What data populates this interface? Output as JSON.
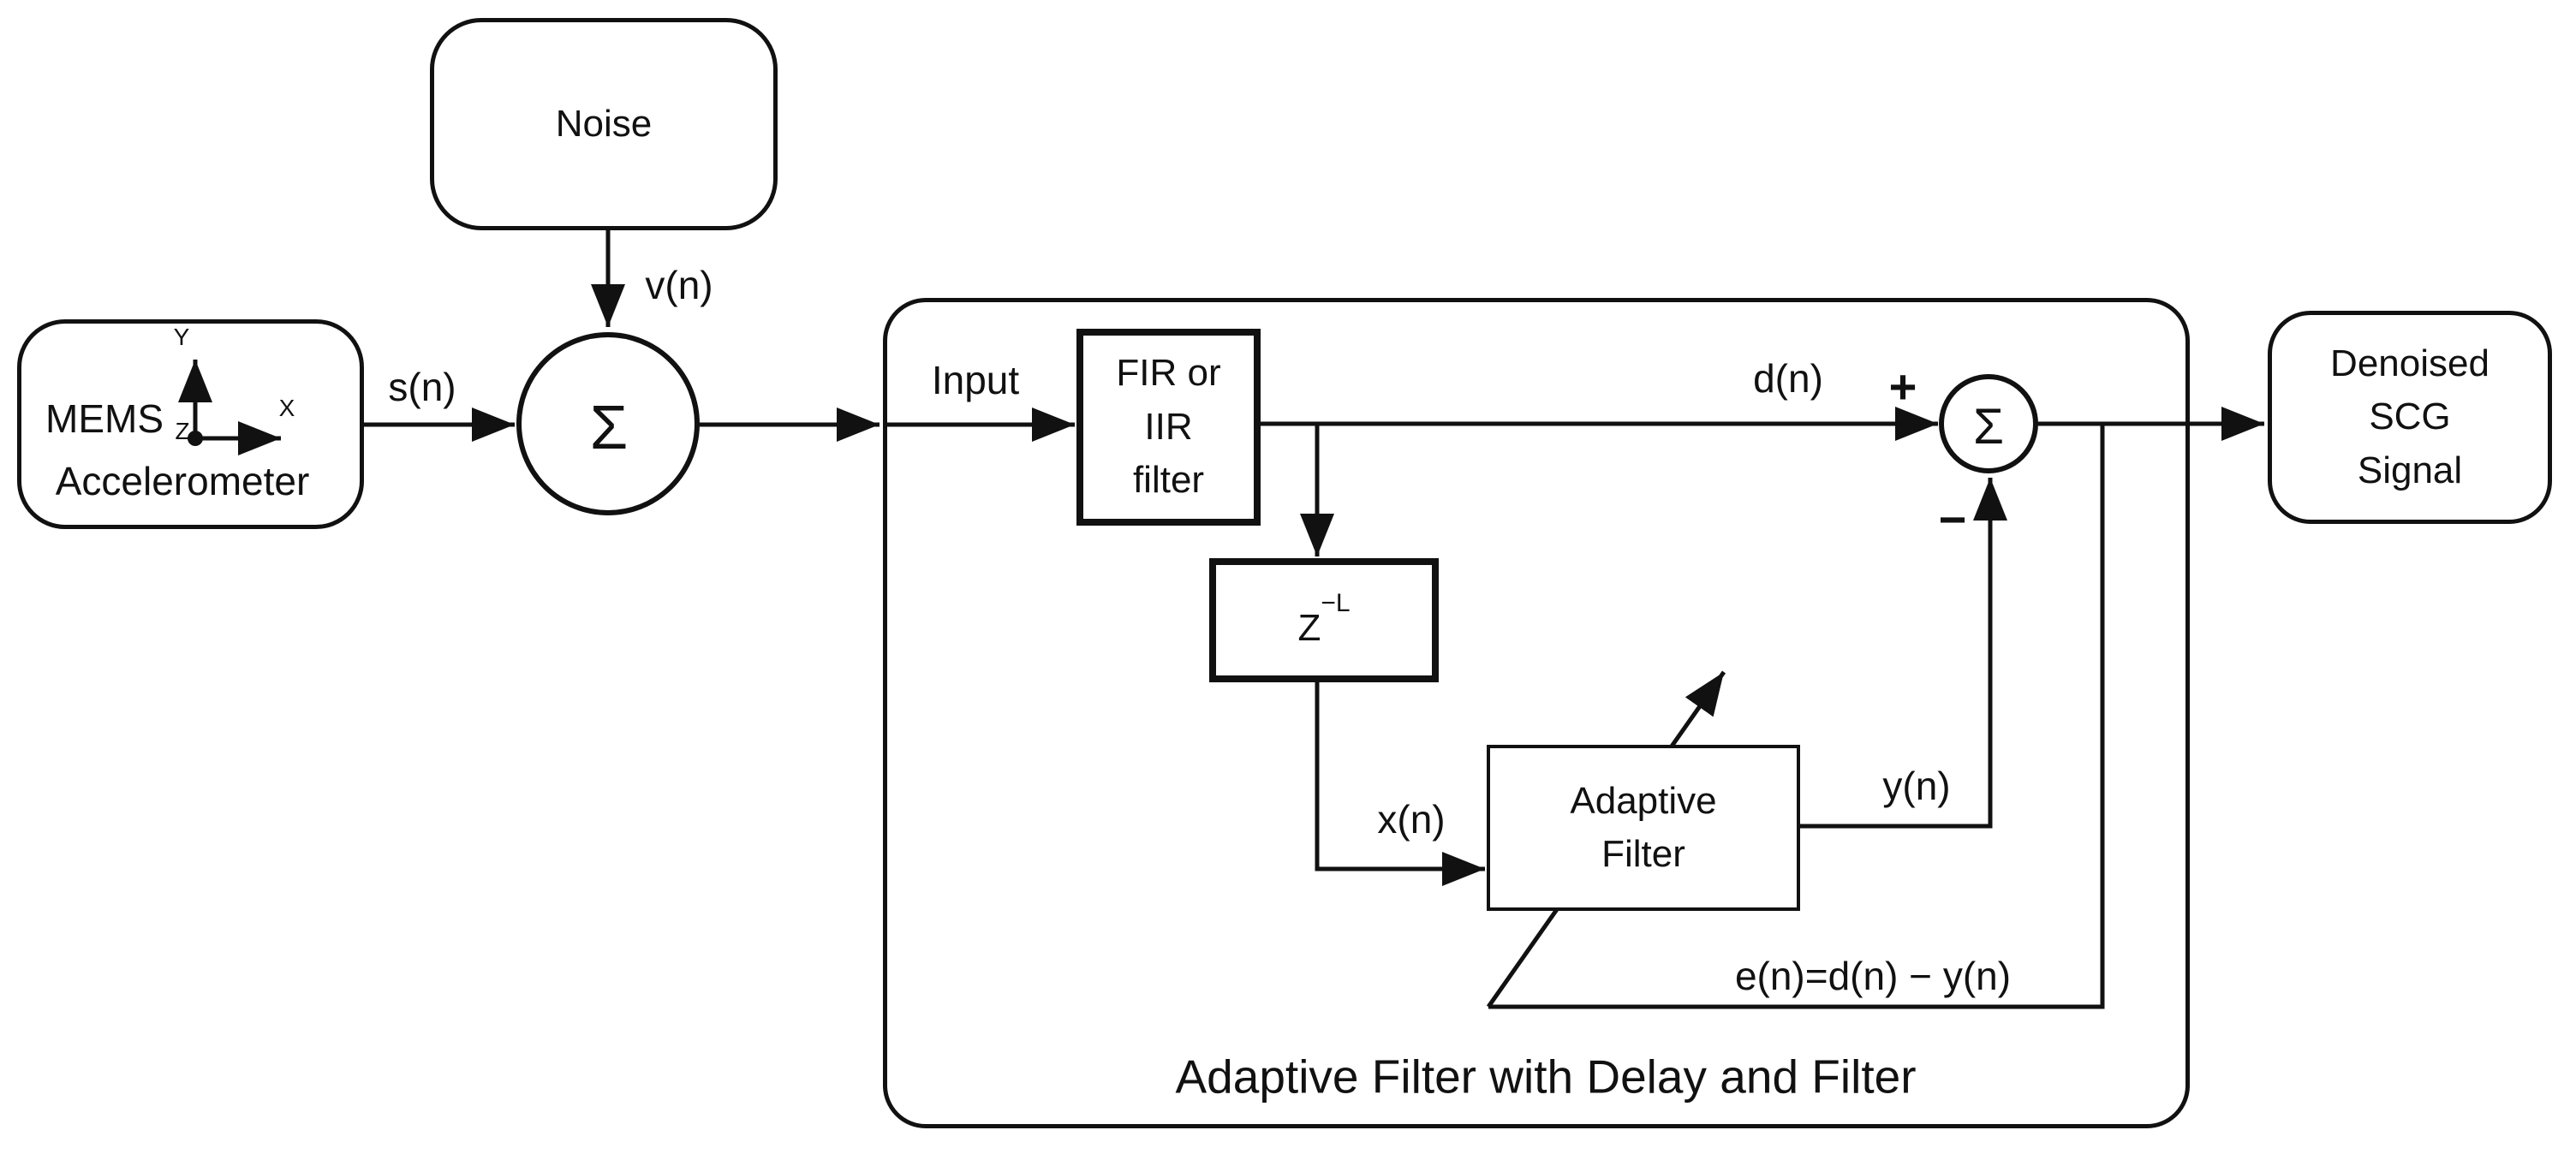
{
  "colors": {
    "ink": "#111111",
    "background": "#ffffff"
  },
  "nodes": {
    "mems": {
      "title": "MEMS",
      "subscript": "Z",
      "line2": "Accelerometer",
      "axis": {
        "y_label": "Y",
        "x_label": "X"
      }
    },
    "noise": {
      "label": "Noise"
    },
    "sum1": {
      "symbol": "Σ"
    },
    "sum2": {
      "symbol": "Σ",
      "plus": "+",
      "minus": "−"
    },
    "fir": {
      "lines": [
        "FIR or",
        "IIR",
        "filter"
      ]
    },
    "delay": {
      "base": "Z",
      "exponent": "−L"
    },
    "adaptive": {
      "lines": [
        "Adaptive",
        "Filter"
      ]
    },
    "denoised": {
      "lines": [
        "Denoised",
        "SCG",
        "Signal"
      ]
    }
  },
  "signals": {
    "s": "s(n)",
    "v": "v(n)",
    "input": "Input",
    "d": "d(n)",
    "x": "x(n)",
    "y": "y(n)",
    "error": "e(n)=d(n) − y(n)"
  },
  "caption": "Adaptive Filter with Delay and Filter"
}
